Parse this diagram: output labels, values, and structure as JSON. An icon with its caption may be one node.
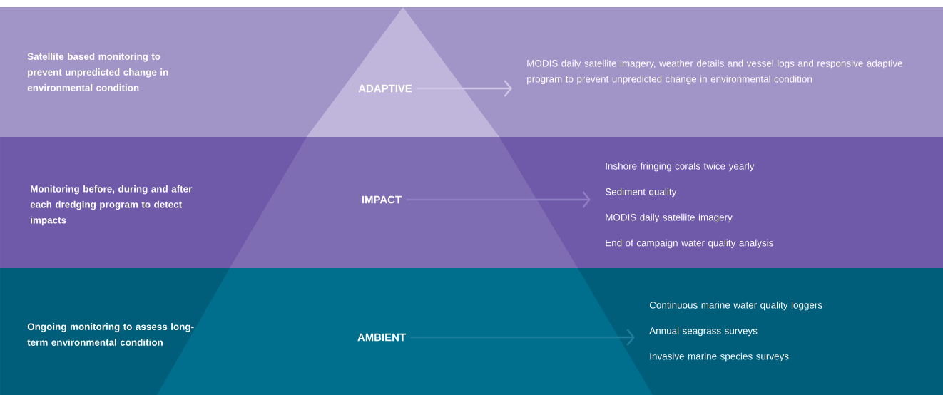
{
  "diagram": {
    "nodes": [
      {
        "text": [
          "Satellite based monitoring to prevent unpredicted change in environmental condition"
        ]
      },
      {
        "text": [
          "ADAPTIVE"
        ],
        "in": 0
      },
      {
        "text": [
          "MODIS daily satellite imagery, weather details and vessel logs and responsive adaptive program to prevent unpredicted change in environmental condition"
        ],
        "in": 0
      },
      {
        "text": [
          "Monitoring before, during and after each dredging program to detect impacts"
        ]
      },
      {
        "text": [
          "IMPACT"
        ],
        "in": 3
      },
      {
        "text": [
          "Inshore fringing corals twice yearly",
          "Sediment quality",
          "MODIS daily satellite imagery",
          "End of campaign water quality analysis"
        ],
        "in": 3
      },
      {
        "text": [
          "Ongoing monitoring to assess long-term environmental condition"
        ]
      },
      {
        "text": [
          "AMBIENT"
        ],
        "in": 6
      },
      {
        "text": [
          "Continuous marine water quality loggers",
          "Annual seagrass surveys",
          "Invasive marine species surveys"
        ],
        "in": 6
      }
    ],
    "edges": [
      {
        "from": 1,
        "to": 2,
        "arrow": "to",
        "color": "#cfc7e6"
      },
      {
        "from": 4,
        "to": 5,
        "arrow": "to",
        "color": "#8e80c4"
      },
      {
        "from": 7,
        "to": 8,
        "arrow": "to",
        "color": "#1e7f9c"
      }
    ]
  }
}
